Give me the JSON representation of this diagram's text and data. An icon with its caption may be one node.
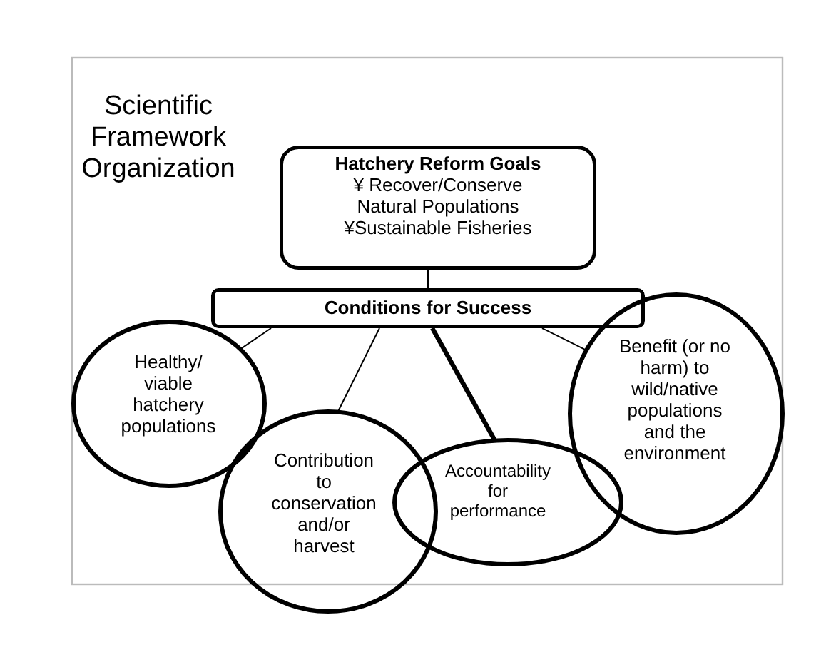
{
  "diagram": {
    "title": "Scientific Framework Organization",
    "nodes": [
      {
        "text": [
          "Hatchery Reform Goals",
          "¥ Recover/Conserve Natural Populations",
          "¥Sustainable Fisheries"
        ]
      },
      {
        "text": [
          "Conditions for Success"
        ]
      },
      {
        "text": [
          "Healthy/ viable hatchery populations"
        ]
      },
      {
        "text": [
          "Contribution to conservation and/or harvest"
        ]
      },
      {
        "text": [
          "Accountability for performance"
        ]
      },
      {
        "text": [
          "Benefit (or no harm) to wild/native populations and the environment"
        ]
      }
    ],
    "edges": [
      {
        "from": 0,
        "to": 1,
        "arrow": "none"
      },
      {
        "from": 1,
        "to": 2,
        "arrow": "none"
      },
      {
        "from": 1,
        "to": 3,
        "arrow": "none"
      },
      {
        "from": 1,
        "to": 4,
        "arrow": "none",
        "style": "thick"
      },
      {
        "from": 1,
        "to": 5,
        "arrow": "none"
      }
    ]
  }
}
